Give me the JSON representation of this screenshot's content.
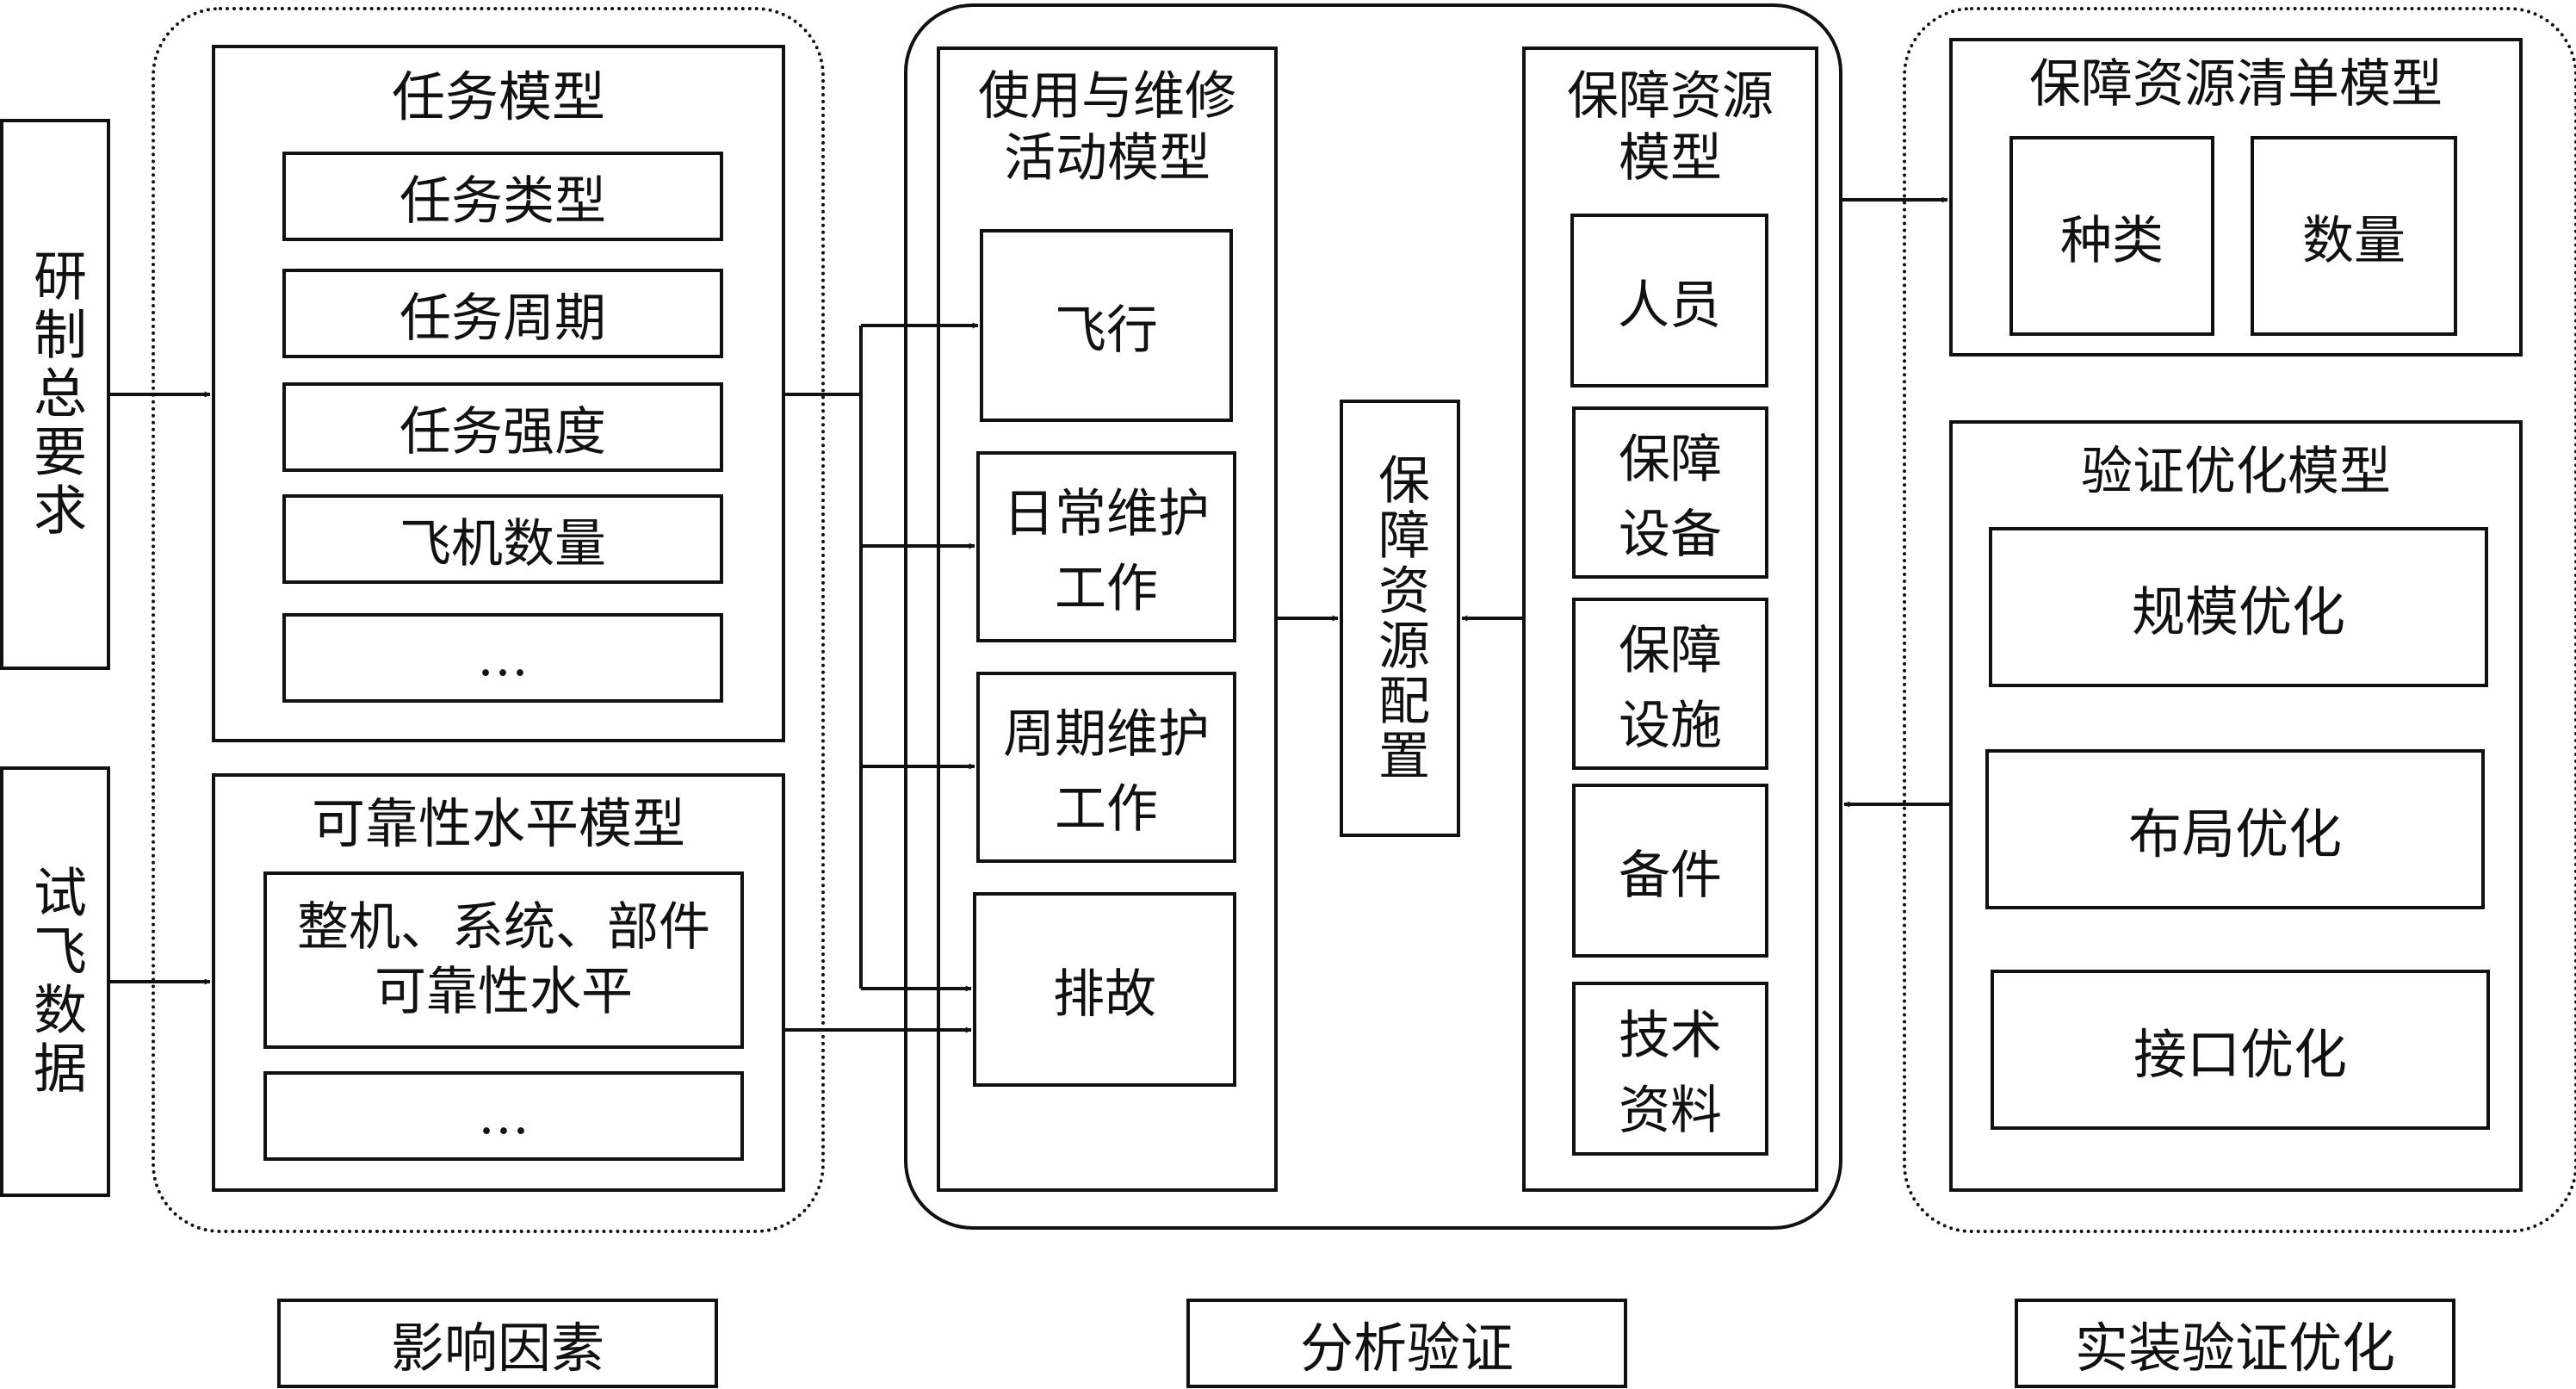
{
  "inputs": {
    "dev_requirements": "研制总要求",
    "flight_test_data": "试飞数据"
  },
  "influence": {
    "mission_model": {
      "title": "任务模型",
      "items": [
        "任务类型",
        "任务周期",
        "任务强度",
        "飞机数量",
        "…"
      ]
    },
    "reliability_model": {
      "title": "可靠性水平模型",
      "items": [
        "整机、系统、部件\n可靠性水平",
        "…"
      ]
    }
  },
  "analysis": {
    "usage_model": {
      "title": "使用与维修\n活动模型",
      "items": [
        "飞行",
        "日常维护\n工作",
        "周期维护\n工作",
        "排故"
      ]
    },
    "config": "保障资源配置",
    "resource_model": {
      "title": "保障资源\n模型",
      "items": [
        "人员",
        "保障\n设备",
        "保障\n设施",
        "备件",
        "技术\n资料"
      ]
    }
  },
  "verification": {
    "list_model": {
      "title": "保障资源清单模型",
      "items": [
        "种类",
        "数量"
      ]
    },
    "opt_model": {
      "title": "验证优化模型",
      "items": [
        "规模优化",
        "布局优化",
        "接口优化"
      ]
    }
  },
  "footer": {
    "left": "影响因素",
    "middle": "分析验证",
    "right": "实装验证优化"
  }
}
